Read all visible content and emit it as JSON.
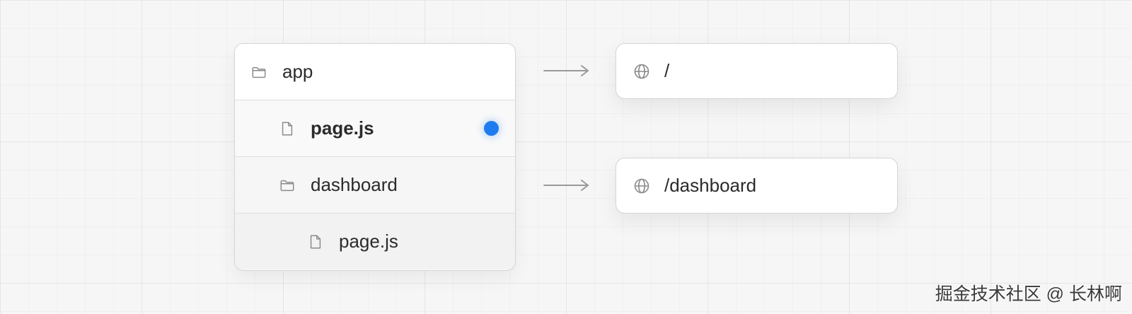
{
  "tree": {
    "items": [
      {
        "label": "app",
        "kind": "folder",
        "level": 0,
        "bold": false,
        "active": false
      },
      {
        "label": "page.js",
        "kind": "file",
        "level": 1,
        "bold": true,
        "active": true
      },
      {
        "label": "dashboard",
        "kind": "folder",
        "level": 1,
        "bold": false,
        "active": false
      },
      {
        "label": "page.js",
        "kind": "file",
        "level": 2,
        "bold": false,
        "active": false
      }
    ]
  },
  "routes": [
    {
      "path": "/",
      "icon": "globe-icon"
    },
    {
      "path": "/dashboard",
      "icon": "globe-icon"
    }
  ],
  "colors": {
    "active_dot": "#1f7cf0",
    "border": "#d4d4d4",
    "arrow": "#9a9a9a"
  },
  "watermark": "掘金技术社区 @ 长林啊"
}
